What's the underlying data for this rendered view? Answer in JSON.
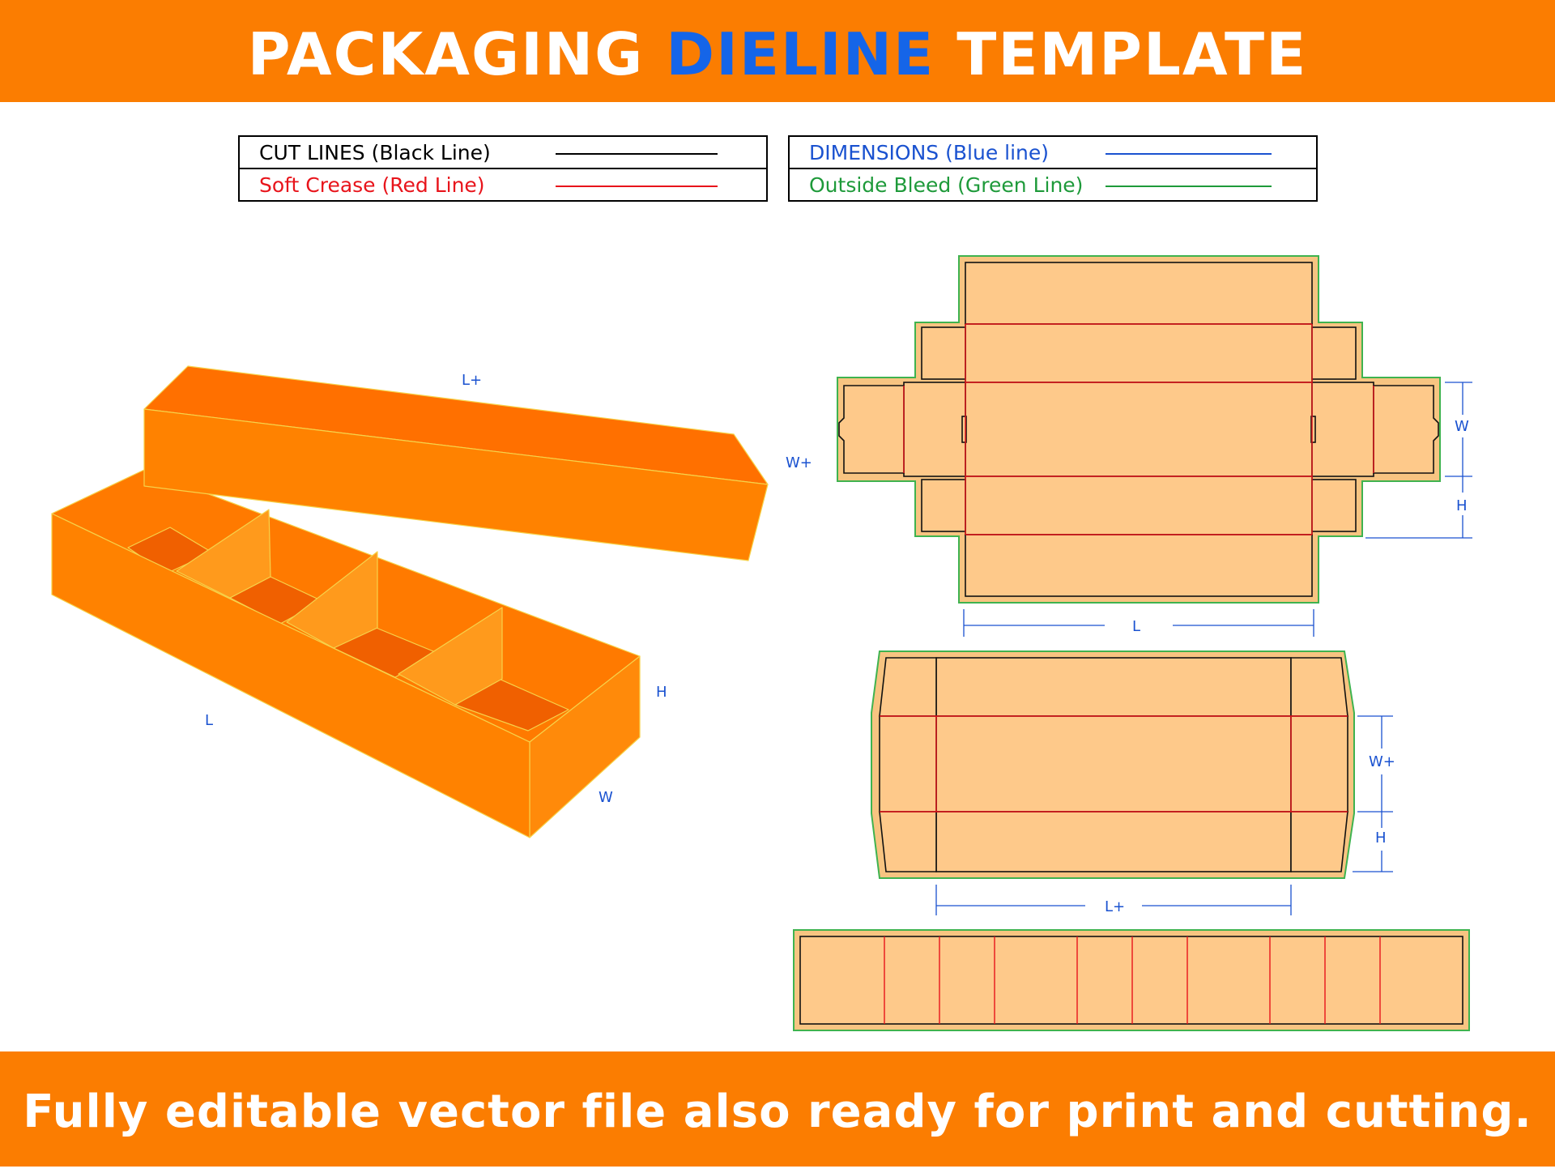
{
  "header": {
    "title_part1": "PACKAGING",
    "title_highlight": "DIELINE",
    "title_part2": "TEMPLATE"
  },
  "legend": {
    "cut_lines": {
      "label": "CUT LINES (Black Line)",
      "color": "#000000"
    },
    "soft_crease": {
      "label": "Soft Crease (Red Line)",
      "color": "#e8141b"
    },
    "dimensions": {
      "label": "DIMENSIONS (Blue line)",
      "color": "#1a52d0"
    },
    "outside_bleed": {
      "label": "Outside Bleed (Green Line)",
      "color": "#1e9a3a"
    }
  },
  "box_labels": {
    "lid_length": "L+",
    "lid_width": "W+",
    "tray_length": "L",
    "tray_height": "H",
    "tray_width": "W"
  },
  "dieline_labels": {
    "tray_w": "W",
    "tray_h": "H",
    "tray_l": "L",
    "lid_w": "W+",
    "lid_h": "H",
    "lid_l": "L+"
  },
  "footer": {
    "text": "Fully editable vector file also ready for print and cutting."
  },
  "colors": {
    "banner": "#fb7d01",
    "box_orange": "#ff8200",
    "panel_fill": "#fec98a",
    "bleed_fill": "#f7c481"
  }
}
